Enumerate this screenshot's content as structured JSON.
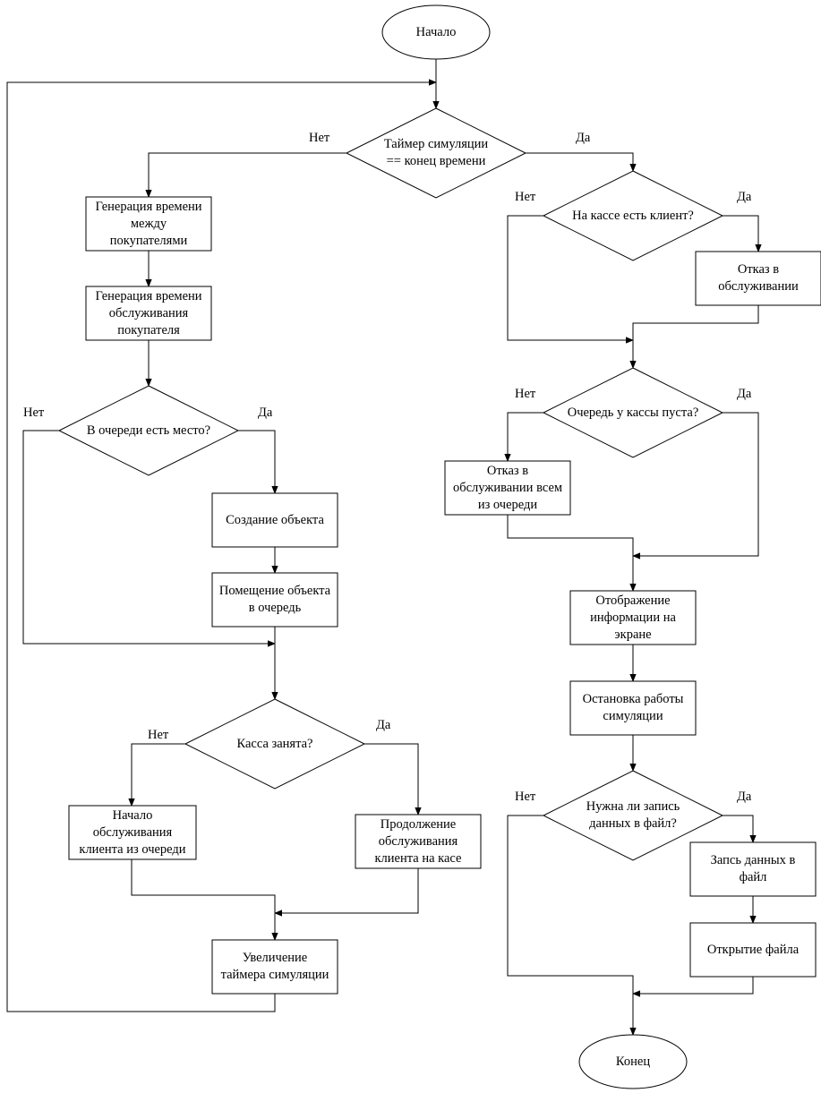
{
  "flowchart": {
    "nodes": {
      "start": "Начало",
      "timer_check": "Таймер симуляции\n== конец времени",
      "gen_between": "Генерация времени\nмежду\nпокупателями",
      "gen_service": "Генерация времени\nобслуживания\nпокупателя",
      "queue_space": "В очереди есть место?",
      "create_object": "Создание объекта",
      "put_in_queue": "Помещение объекта\nв очередь",
      "cashier_busy": "Касса занята?",
      "start_service": "Начало\nобслуживания\nклиента из очереди",
      "continue_service": "Продолжение\nобслуживания\nклиента на касе",
      "increase_timer": "Увеличение\nтаймера симуляции",
      "client_at_cashier": "На кассе есть клиент?",
      "refuse_service": "Отказ в\nобслуживании",
      "queue_empty": "Очередь у кассы пуста?",
      "refuse_all": "Отказ в\nобслуживании всем\nиз очереди",
      "show_info": "Отображение\nинформации на\nэкране",
      "stop_sim": "Остановка работы\nсимуляции",
      "need_write": "Нужна ли запись\nданных в файл?",
      "write_data": "Запсь данных в\nфайл",
      "open_file": "Открытие файла",
      "end": "Конец"
    },
    "branch_labels": {
      "timer_no": "Нет",
      "timer_yes": "Да",
      "client_no": "Нет",
      "client_yes": "Да",
      "queue_space_no": "Нет",
      "queue_space_yes": "Да",
      "queue_empty_no": "Нет",
      "queue_empty_yes": "Да",
      "busy_no": "Нет",
      "busy_yes": "Да",
      "write_no": "Нет",
      "write_yes": "Да"
    }
  }
}
